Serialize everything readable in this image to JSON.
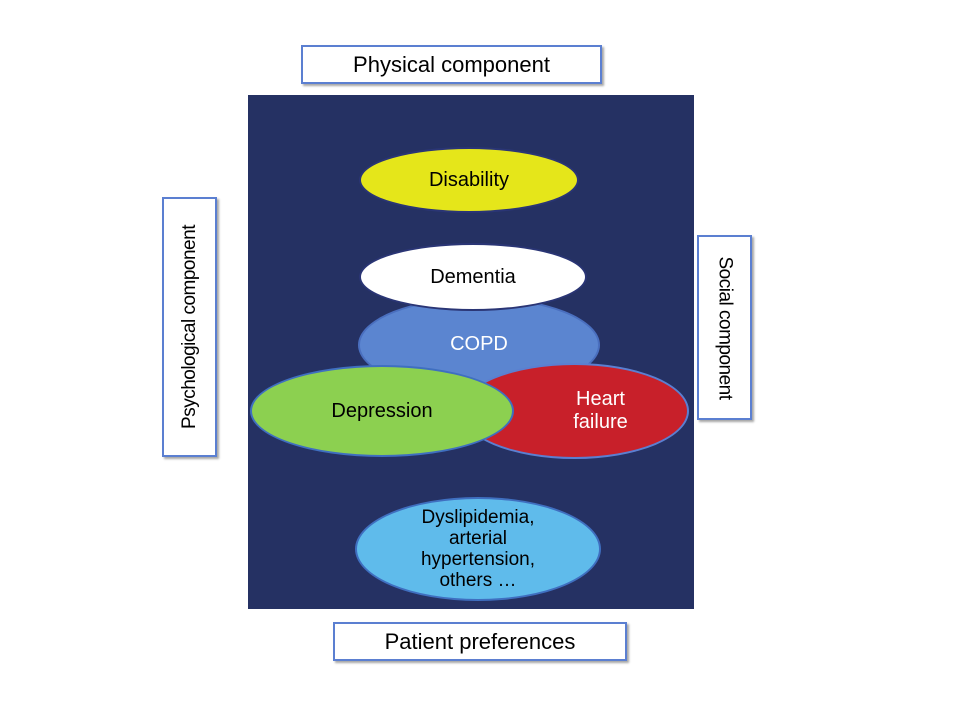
{
  "labels": {
    "physical": "Physical component",
    "psychological": "Psychological component",
    "social": "Social component",
    "patient": "Patient preferences"
  },
  "conditions": {
    "disability": "Disability",
    "dementia": "Dementia",
    "copd": "COPD",
    "heart_failure": "Heart\nfailure",
    "depression": "Depression",
    "others": "Dyslipidemia,\narterial\nhypertension,\nothers …"
  },
  "colors": {
    "panel": "#253163",
    "disability": "#e5e61a",
    "dementia": "#ffffff",
    "copd": "#5b85d0",
    "heart_failure": "#c8202a",
    "depression": "#8cd050",
    "others": "#5fbbeb",
    "box_border": "#5b7fd1"
  }
}
